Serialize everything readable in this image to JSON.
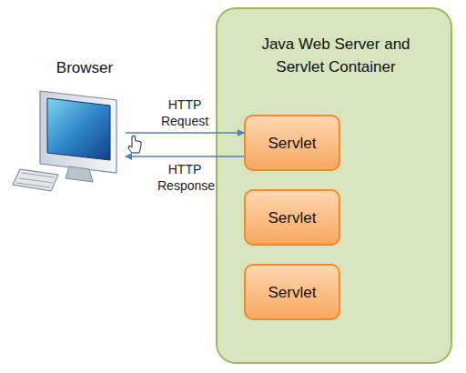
{
  "diagram": {
    "nodes": [
      {
        "text": [
          "Browser"
        ]
      },
      {
        "text": [
          "Java Web Server and Servlet Container"
        ]
      },
      {
        "text": [
          "Servlet"
        ],
        "in": 1
      },
      {
        "text": [
          "Servlet"
        ],
        "in": 1
      },
      {
        "text": [
          "Servlet"
        ],
        "in": 1
      }
    ],
    "edges": [
      {
        "from": 0,
        "to": 2,
        "arrow": "to",
        "label": "HTTP Request"
      },
      {
        "from": 2,
        "to": 0,
        "arrow": "to",
        "label": "HTTP Response"
      }
    ]
  }
}
